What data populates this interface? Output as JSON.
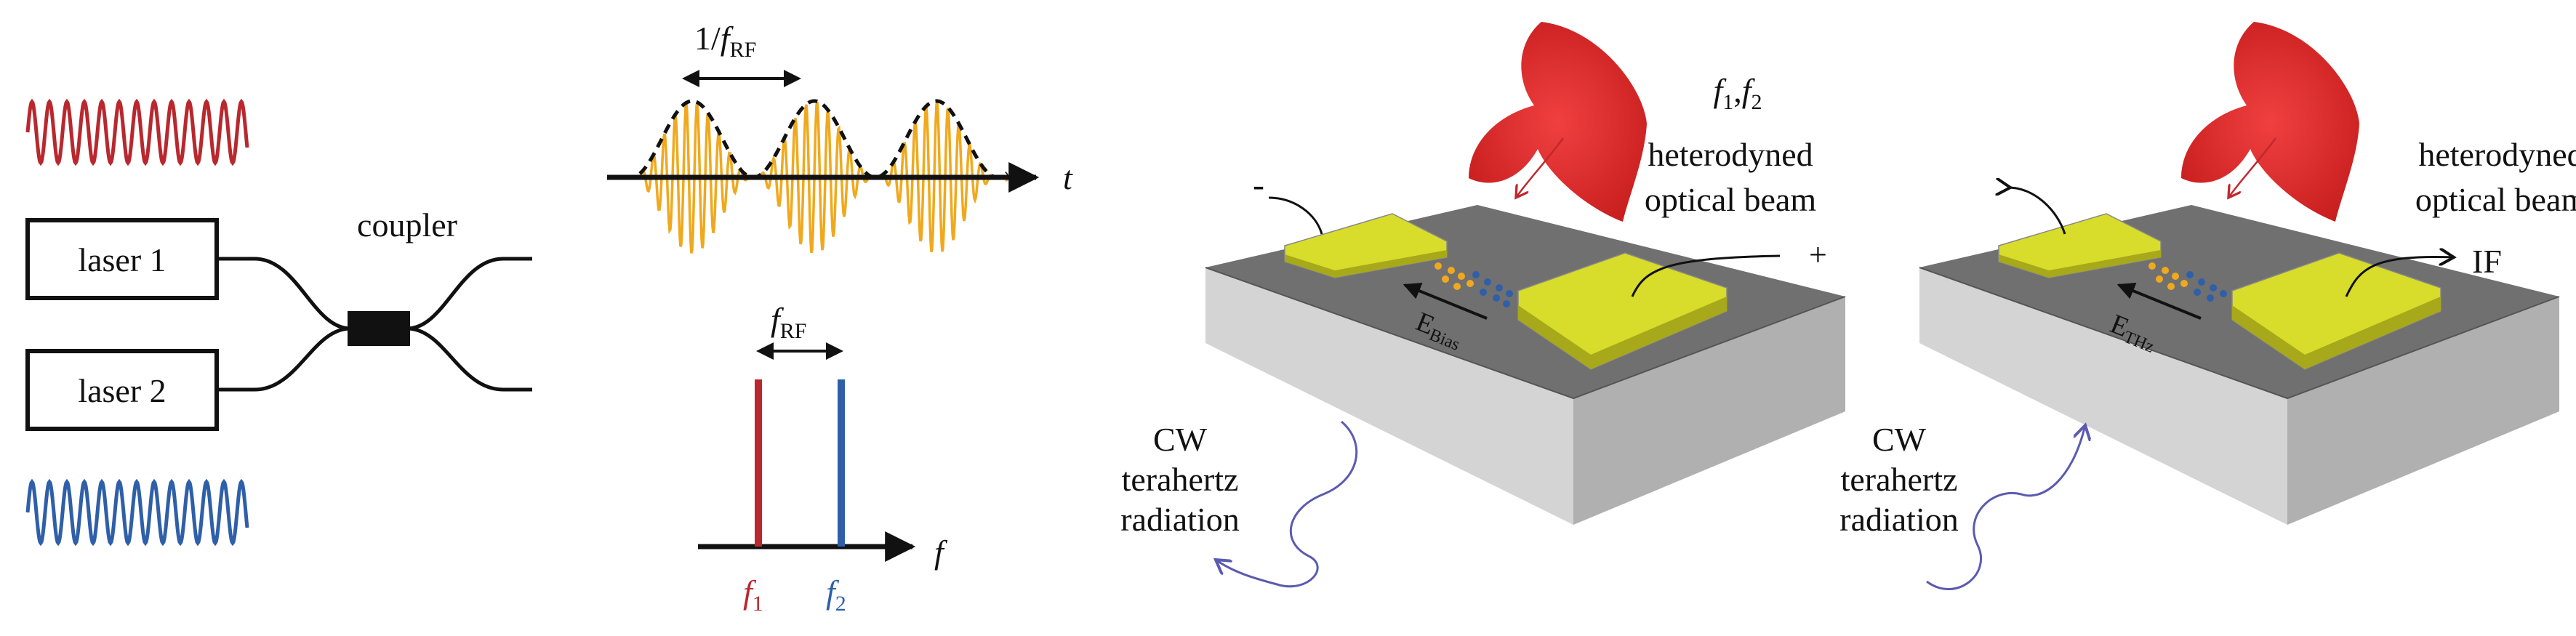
{
  "colors": {
    "red": "#b8282e",
    "blue": "#2f5fa8",
    "orange": "#f0a91e",
    "electrode": "#d8dc2a",
    "substrate_top": "#707070",
    "substrate_side": "#d4d4d4",
    "beam": "#dc2b2b",
    "thz_wave": "#5b5bb0"
  },
  "panel_a": {
    "laser1_label": "laser 1",
    "laser2_label": "laser 2",
    "coupler_label": "coupler"
  },
  "panel_b": {
    "time_period_num": "1/",
    "time_period_f": "f",
    "time_period_sub": "RF",
    "time_axis_label": "t",
    "freq_spacing_f": "f",
    "freq_spacing_sub": "RF",
    "freq_axis_label": "f",
    "f1_main": "f",
    "f1_sub": "1",
    "f2_main": "f",
    "f2_sub": "2"
  },
  "panel_c": {
    "beam_f1": "f",
    "beam_f1_sub": "1",
    "beam_sep": ",",
    "beam_f2": "f",
    "beam_f2_sub": "2",
    "beam_line1": "heterodyned",
    "beam_line2": "optical beam",
    "minus": "-",
    "plus": "+",
    "field_main": "E",
    "field_sub": "Bias",
    "rad_line1": "CW",
    "rad_line2": "terahertz",
    "rad_line3": "radiation"
  },
  "panel_d": {
    "beam_line1": "heterodyned",
    "beam_line2": "optical beam",
    "if_label": "IF",
    "field_main": "E",
    "field_sub": "THz",
    "rad_line1": "CW",
    "rad_line2": "terahertz",
    "rad_line3": "radiation"
  }
}
